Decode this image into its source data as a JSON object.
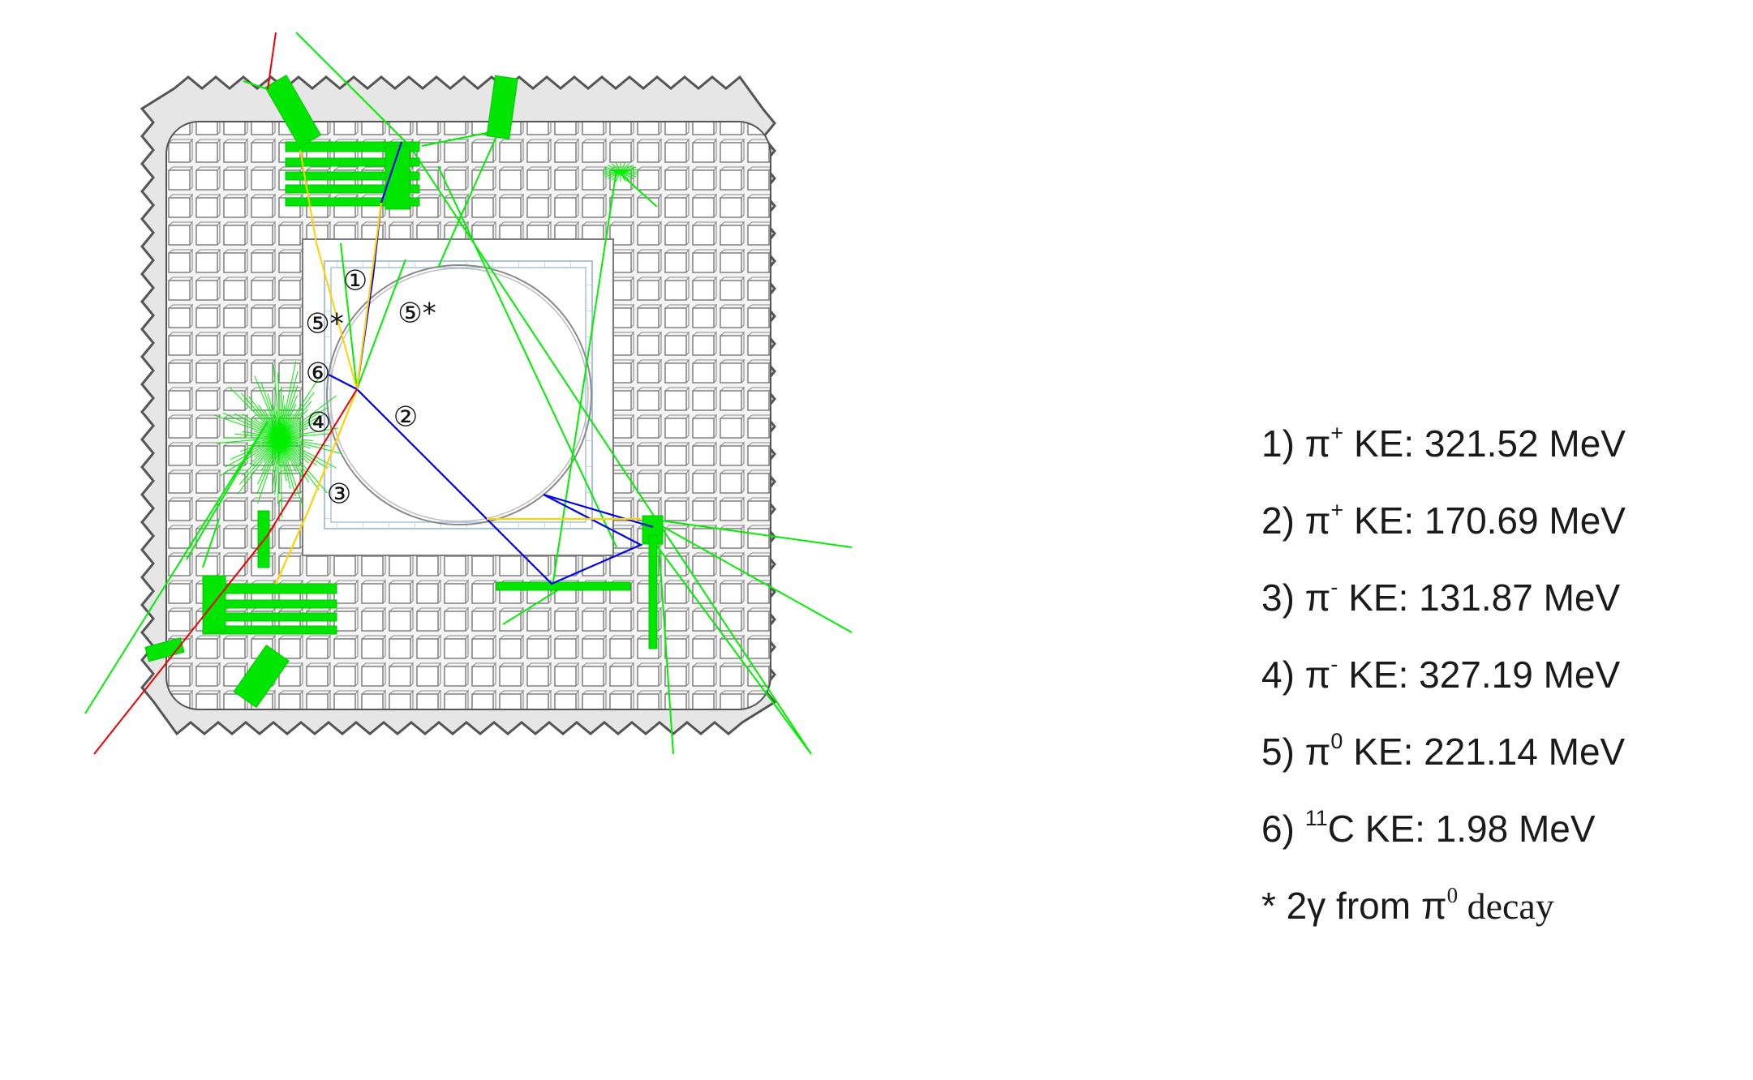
{
  "colors": {
    "detector_module_face": "#ffffff",
    "detector_module_edge": "#6e6e6e",
    "detector_shell": "#555555",
    "inner_grid": "#a9c3de",
    "target_ring": "#8a8a8a",
    "pi_plus_track": "#0000ee",
    "pi_minus_track": "#ffd200",
    "photon_shower": "#00ee00",
    "proton_track": "#ee0000"
  },
  "icons": {
    "track_marker": "circled-digit",
    "photon_marker": "asterisk"
  },
  "track_tags": [
    {
      "id": "1",
      "symbol": "①",
      "star": ""
    },
    {
      "id": "2",
      "symbol": "②",
      "star": ""
    },
    {
      "id": "3",
      "symbol": "③",
      "star": ""
    },
    {
      "id": "4",
      "symbol": "④",
      "star": ""
    },
    {
      "id": "5a",
      "symbol": "⑤",
      "star": "*"
    },
    {
      "id": "5b",
      "symbol": "⑤",
      "star": "*"
    },
    {
      "id": "6",
      "symbol": "⑥",
      "star": ""
    }
  ],
  "legend": [
    {
      "prefix": "1) π",
      "sup": "+",
      "suffix": " KE: 321.52 MeV"
    },
    {
      "prefix": "2) π",
      "sup": "+",
      "suffix": " KE: 170.69 MeV"
    },
    {
      "prefix": "3) π",
      "sup": "-",
      "suffix": "  KE: 131.87 MeV"
    },
    {
      "prefix": "4) π",
      "sup": "-",
      "suffix": "  KE: 327.19 MeV"
    },
    {
      "prefix": "5) π",
      "sup": "0",
      "suffix": "  KE: 221.14 MeV"
    },
    {
      "prefix": "6) ",
      "sup": "11",
      "suffix": "C KE: 1.98 MeV"
    },
    {
      "prefix": "* 2γ from π",
      "sup": "0",
      "suffix": " decay"
    }
  ]
}
